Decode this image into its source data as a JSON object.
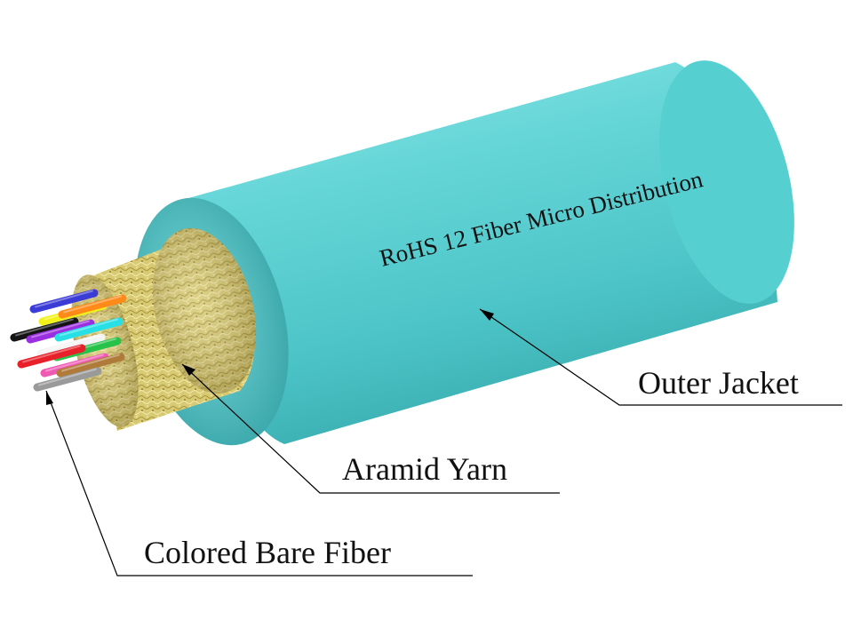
{
  "diagram": {
    "jacket_print": "RoHS 12 Fiber Micro Distribution",
    "labels": {
      "outer_jacket": "Outer Jacket",
      "aramid_yarn": "Aramid Yarn",
      "colored_bare_fiber": "Colored Bare Fiber"
    },
    "colors": {
      "jacket": "#5fd3d3",
      "jacket_dark": "#3fb3b5",
      "aramid": "#d9cc7a",
      "leader_line": "#000000"
    },
    "fibers": [
      {
        "name": "blue-fiber",
        "color": "#3b3bd6"
      },
      {
        "name": "yellow-fiber",
        "color": "#f2f21a"
      },
      {
        "name": "orange-fiber",
        "color": "#ff8a1a"
      },
      {
        "name": "black-fiber",
        "color": "#141414"
      },
      {
        "name": "violet-fiber",
        "color": "#9b2ee0"
      },
      {
        "name": "cyan-fiber",
        "color": "#26e0e6"
      },
      {
        "name": "white-fiber",
        "color": "#f4f4f4"
      },
      {
        "name": "green-fiber",
        "color": "#27c24a"
      },
      {
        "name": "red-fiber",
        "color": "#e8202a"
      },
      {
        "name": "pink-fiber",
        "color": "#f05ab4"
      },
      {
        "name": "brown-fiber",
        "color": "#b07a3a"
      },
      {
        "name": "gray-fiber",
        "color": "#9a9a9a"
      }
    ]
  }
}
